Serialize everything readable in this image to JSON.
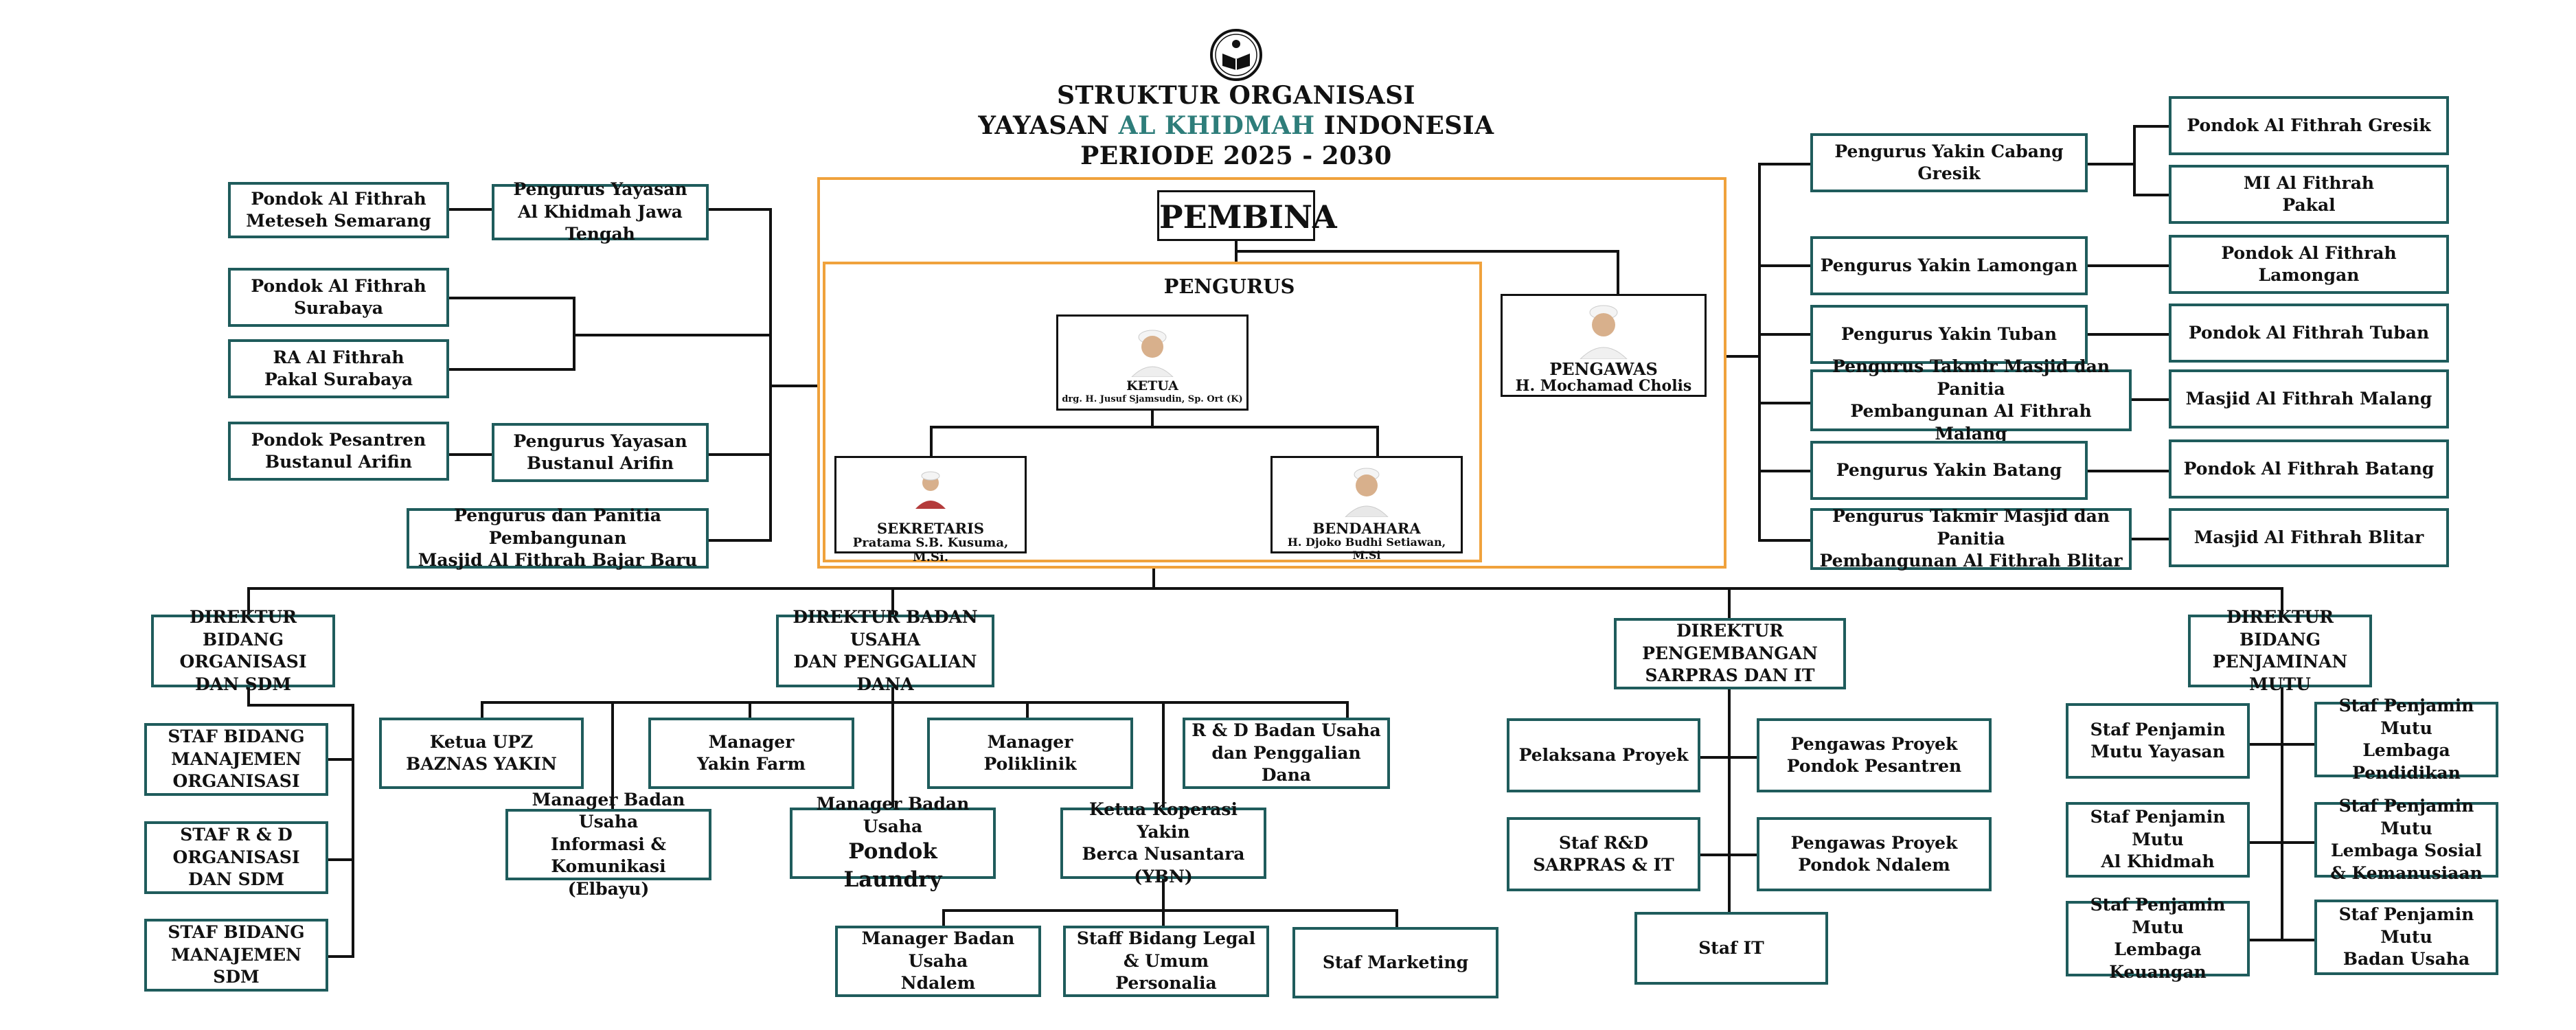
{
  "header": {
    "line1": "STRUKTUR ORGANISASI",
    "line2_pre": "YAYASAN ",
    "line2_accent": "AL KHIDMAH",
    "line2_post": " INDONESIA",
    "line3": "PERIODE 2025 - 2030"
  },
  "colors": {
    "box_border": "#1f5c5c",
    "frame": "#f0a23c",
    "accent": "#2e7d7a",
    "line": "#111111"
  },
  "pembina": "PEMBINA",
  "pengurus_title": "PENGURUS",
  "ketua": {
    "role": "KETUA",
    "name": "drg. H. Jusuf Sjamsudin, Sp. Ort (K)"
  },
  "sekretaris": {
    "role": "SEKRETARIS",
    "name": "Pratama S.B. Kusuma, M.Si."
  },
  "bendahara": {
    "role": "BENDAHARA",
    "name": "H. Djoko Budhi Setiawan, M.Si"
  },
  "pengawas": {
    "role": "PENGAWAS",
    "name": "H. Mochamad Cholis"
  },
  "left": {
    "pondok_meteseh": "Pondok Al Fithrah\nMeteseh Semarang",
    "pengurus_jateng": "Pengurus Yayasan\nAl Khidmah Jawa Tengah",
    "pondok_surabaya": "Pondok Al Fithrah\nSurabaya",
    "ra_pakal": "RA Al Fithrah\nPakal Surabaya",
    "pondok_bustanul": "Pondok Pesantren\nBustanul Arifin",
    "pengurus_bustanul": "Pengurus Yayasan\nBustanul Arifin",
    "panitia_bajar": "Pengurus dan Panitia Pembangunan\nMasjid Al Fithrah Bajar Baru"
  },
  "right": {
    "gresik": "Pengurus Yakin Cabang Gresik",
    "pondok_gresik": "Pondok Al Fithrah Gresik",
    "mi_pakal": "MI Al Fithrah\nPakal",
    "lamongan": "Pengurus Yakin Lamongan",
    "pondok_lamongan": "Pondok Al Fithrah Lamongan",
    "tuban": "Pengurus Yakin Tuban",
    "pondok_tuban": "Pondok Al Fithrah Tuban",
    "malang": "Pengurus Takmir Masjid dan Panitia\nPembangunan Al Fithrah Malang",
    "masjid_malang": "Masjid  Al Fithrah Malang",
    "batang": "Pengurus Yakin Batang",
    "pondok_batang": "Pondok Al Fithrah Batang",
    "blitar": "Pengurus Takmir Masjid dan Panitia\nPembangunan Al Fithrah Blitar",
    "masjid_blitar": "Masjid Al Fithrah Blitar"
  },
  "dir_org": {
    "title": "DIREKTUR BIDANG\nORGANISASI DAN SDM",
    "staff": [
      "STAF BIDANG\nMANAJEMEN\nORGANISASI",
      "STAF R & D\nORGANISASI DAN SDM",
      "STAF BIDANG\nMANAJEMEN SDM"
    ]
  },
  "dir_usaha": {
    "title": "DIREKTUR BADAN USAHA\nDAN PENGGALIAN DANA",
    "upz": "Ketua UPZ\nBAZNAS YAKIN",
    "farm": "Manager\nYakin Farm",
    "poliklinik": "Manager\nPoliklinik",
    "rnd": "R & D Badan Usaha\ndan Penggalian Dana",
    "elbayu": "Manager Badan Usaha\nInformasi & Komunikasi\n(Elbayu)",
    "laundry_top": "Manager Badan Usaha",
    "laundry_bottom": "Pondok Laundry",
    "koperasi": "Ketua Koperasi Yakin\nBerca Nusantara (YBN)",
    "ndalem": "Manager Badan Usaha\nNdalem",
    "legal": "Staff Bidang Legal\n& Umum Personalia",
    "marketing": "Staf Marketing"
  },
  "dir_sarpras": {
    "title": "DIREKTUR PENGEMBANGAN\nSARPRAS DAN IT",
    "pelaksana": "Pelaksana Proyek",
    "pengawas_pesantren": "Pengawas Proyek\nPondok Pesantren",
    "staf_rnd": "Staf R&D\nSARPRAS & IT",
    "pengawas_ndalem": "Pengawas Proyek\nPondok Ndalem",
    "staf_it": "Staf IT"
  },
  "dir_mutu": {
    "title": "DIREKTUR BIDANG\nPENJAMINAN MUTU",
    "yayasan": "Staf Penjamin\nMutu Yayasan",
    "pendidikan": "Staf Penjamin Mutu\nLembaga Pendidikan",
    "khidmah": "Staf Penjamin Mutu\nAl Khidmah",
    "sosial": "Staf Penjamin Mutu\nLembaga Sosial\n& Kemanusiaan",
    "keuangan": "Staf Penjamin Mutu\nLembaga Keuangan",
    "badan_usaha": "Staf Penjamin Mutu\nBadan Usaha"
  }
}
